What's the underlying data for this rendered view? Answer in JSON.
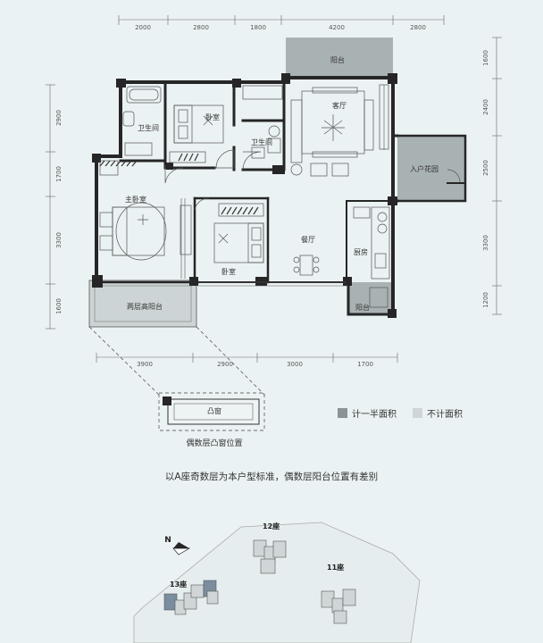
{
  "dimensions": {
    "top": [
      "2000",
      "2800",
      "1800",
      "4200",
      "2800"
    ],
    "bottom": [
      "3900",
      "2900",
      "3000",
      "1700"
    ],
    "left": [
      "2900",
      "1700",
      "3300",
      "1600"
    ],
    "right": [
      "1600",
      "2400",
      "2500",
      "3300",
      "1200"
    ]
  },
  "rooms": {
    "balcony_top": "阳台",
    "living": "客厅",
    "bath_1": "卫生间",
    "bedroom_1": "卧室",
    "bath_2": "卫生间",
    "entry_garden": "入户花园",
    "master_bedroom": "主卧室",
    "bedroom_2": "卧室",
    "dining": "餐厅",
    "kitchen": "厨房",
    "balcony_small": "阳台",
    "double_balcony": "两层高阳台",
    "bay_window": "凸窗"
  },
  "bay_window_caption": "偶数层凸窗位置",
  "legend": {
    "half_area": {
      "label": "计一半面积",
      "color": "#8a9496"
    },
    "no_area": {
      "label": "不计面积",
      "color": "#cfd6d7"
    }
  },
  "note": "以A座奇数层为本户型标准，偶数层阳台位置有差别",
  "site_plan": {
    "north": "N",
    "buildings": [
      "12座",
      "13座",
      "11座"
    ]
  },
  "colors": {
    "background": "#ebf2f3",
    "wall": "#262626",
    "balcony_fill": "#a9b2b3",
    "balcony_light_fill": "#cdd4d5"
  }
}
